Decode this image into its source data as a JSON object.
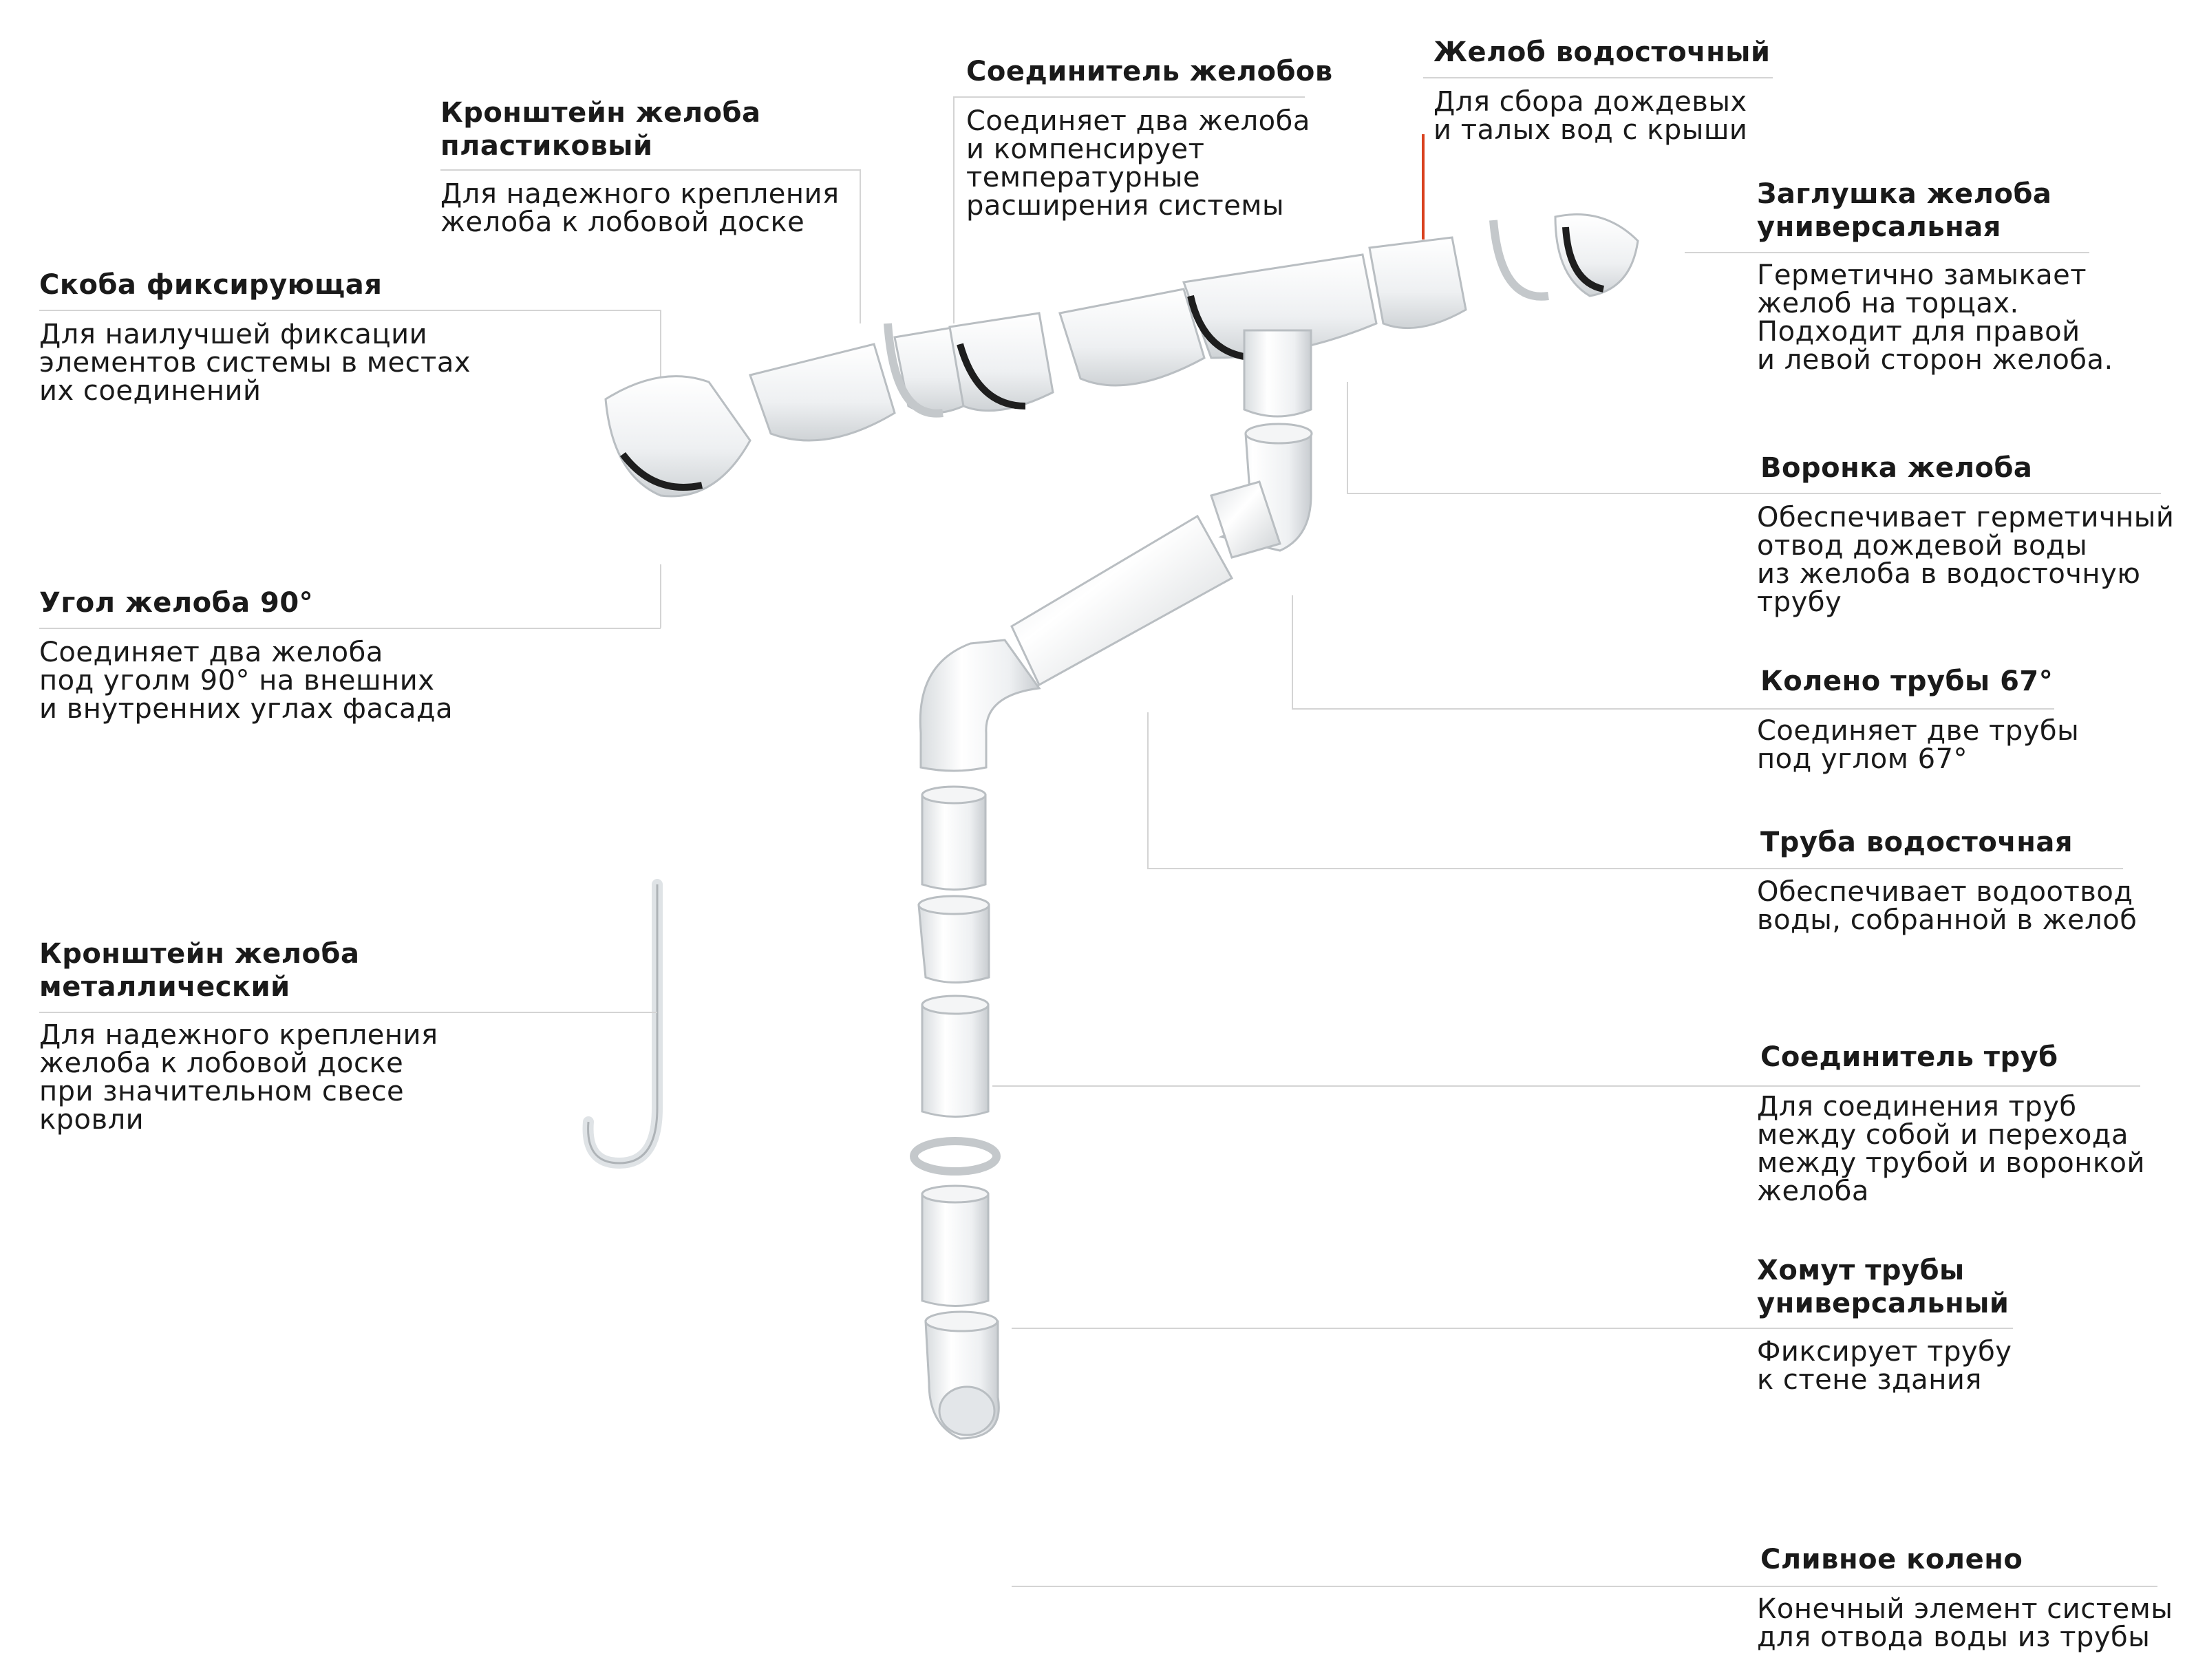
{
  "accent_color": "#d9411e",
  "labels": {
    "bracket_plastic": {
      "title": [
        "Кронштейн желоба",
        "пластиковый"
      ],
      "desc": [
        "Для надежного крепления",
        "желоба к лобовой доске"
      ]
    },
    "gutter_connector": {
      "title": [
        "Соединитель желобов"
      ],
      "desc": [
        "Соединяет два желоба",
        "и компенсирует",
        "температурные",
        "расширения системы"
      ]
    },
    "gutter": {
      "title": [
        "Желоб водосточный"
      ],
      "desc": [
        "Для сбора дождевых",
        "и талых вод с крыши"
      ]
    },
    "end_cap": {
      "title": [
        "Заглушка желоба",
        "универсальная"
      ],
      "desc": [
        "Герметично замыкает",
        "желоб на торцах.",
        "Подходит для правой",
        "и левой сторон желоба."
      ]
    },
    "clip": {
      "title": [
        "Скоба фиксирующая"
      ],
      "desc": [
        "Для наилучшей фиксации",
        "элементов системы в местах",
        "их соединений"
      ]
    },
    "funnel": {
      "title": [
        "Воронка желоба"
      ],
      "desc": [
        "Обеспечивает герметичный",
        "отвод дождевой воды",
        "из желоба в водосточную",
        "трубу"
      ]
    },
    "corner": {
      "title": [
        "Угол желоба 90°"
      ],
      "desc": [
        "Соединяет два желоба",
        "под уголм 90° на внешних",
        "и внутренних углах фасада"
      ]
    },
    "elbow67": {
      "title": [
        "Колено трубы 67°"
      ],
      "desc": [
        "Соединяет две трубы",
        "под углом 67°"
      ]
    },
    "pipe": {
      "title": [
        "Труба водосточная"
      ],
      "desc": [
        "Обеспечивает водоотвод",
        "воды, собранной в желоб"
      ]
    },
    "bracket_metal": {
      "title": [
        "Кронштейн желоба",
        "металлический"
      ],
      "desc": [
        "Для надежного крепления",
        "желоба к лобовой доске",
        "при значительном свесе",
        "кровли"
      ]
    },
    "pipe_connector": {
      "title": [
        "Соединитель труб"
      ],
      "desc": [
        "Для соединения труб",
        "между собой и перехода",
        "между трубой и воронкой",
        "желоба"
      ]
    },
    "pipe_clamp": {
      "title": [
        "Хомут трубы",
        "универсальный"
      ],
      "desc": [
        "Фиксирует трубу",
        "к стене здания"
      ]
    },
    "outlet": {
      "title": [
        "Сливное колено"
      ],
      "desc": [
        "Конечный элемент системы",
        "для отвода воды из трубы"
      ]
    }
  }
}
